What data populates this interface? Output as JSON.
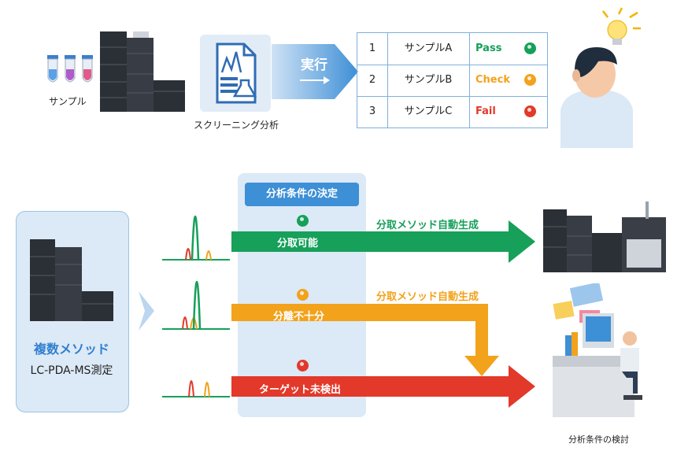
{
  "top": {
    "sample_label": "サンプル",
    "screening_label": "スクリーニング分析",
    "execute_label": "実行",
    "results": [
      {
        "no": "1",
        "sample": "サンプルA",
        "status": "Pass",
        "color": "#16a05a"
      },
      {
        "no": "2",
        "sample": "サンプルB",
        "status": "Check",
        "color": "#f2a21b"
      },
      {
        "no": "3",
        "sample": "サンプルC",
        "status": "Fail",
        "color": "#e2392a"
      }
    ]
  },
  "bottom": {
    "left_box_title": "複数メソッド",
    "left_box_subtitle": "LC-PDA-MS測定",
    "decision_header": "分析条件の決定",
    "arrows": [
      {
        "label": "分取可能",
        "caption": "分取メソッド自動生成",
        "color": "#16a05a"
      },
      {
        "label": "分離不十分",
        "caption": "分取メソッド自動生成",
        "color": "#f2a21b"
      },
      {
        "label": "ターゲット未検出",
        "caption": "",
        "color": "#e2392a"
      }
    ],
    "review_label": "分析条件の検討"
  },
  "colors": {
    "accent_blue": "#3d8fd6",
    "panel_blue": "#dce9f6",
    "green": "#16a05a",
    "orange": "#f2a21b",
    "red": "#e2392a"
  }
}
